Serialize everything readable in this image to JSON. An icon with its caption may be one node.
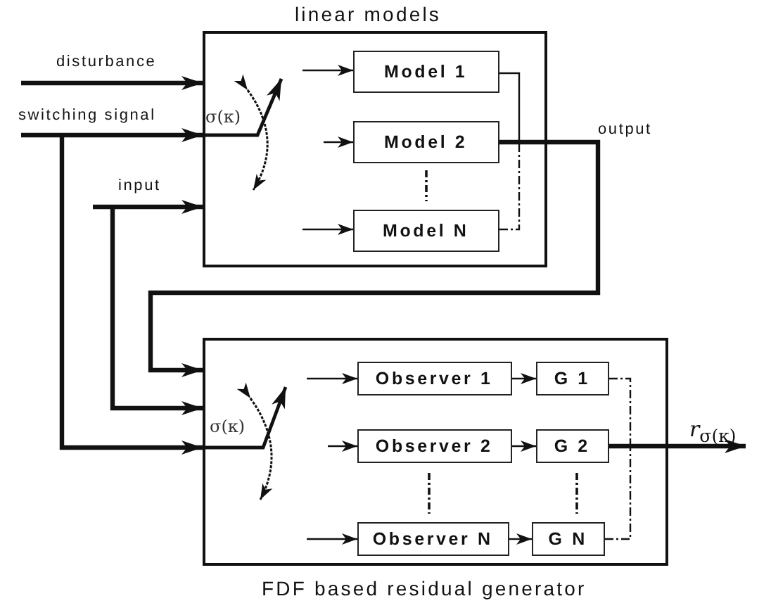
{
  "diagram": {
    "nodes": [
      {
        "text": [
          "linear models"
        ]
      },
      {
        "text": [
          "Model 1"
        ],
        "in": 0
      },
      {
        "text": [
          "Model 2"
        ],
        "in": 0
      },
      {
        "text": [
          "Model N"
        ],
        "in": 0
      },
      {
        "text": [
          "FDF based residual generator"
        ]
      },
      {
        "text": [
          "Observer 1"
        ],
        "in": 4
      },
      {
        "text": [
          "G 1"
        ],
        "in": 4
      },
      {
        "text": [
          "Observer 2"
        ],
        "in": 4
      },
      {
        "text": [
          "G 2"
        ],
        "in": 4
      },
      {
        "text": [
          "Observer N"
        ],
        "in": 4
      },
      {
        "text": [
          "G N"
        ],
        "in": 4
      }
    ],
    "edges": [
      {
        "from": null,
        "to": 0,
        "arrow": "to",
        "label": "disturbance",
        "style": "thick"
      },
      {
        "from": null,
        "to": 0,
        "arrow": "to",
        "label": "switching signal",
        "style": "thick"
      },
      {
        "from": null,
        "to": 4,
        "arrow": "to",
        "style": "thick"
      },
      {
        "from": null,
        "to": 0,
        "arrow": "to",
        "label": "input",
        "style": "thick"
      },
      {
        "from": null,
        "to": 4,
        "arrow": "to",
        "style": "thick"
      },
      {
        "from": 2,
        "to": 4,
        "arrow": "to",
        "label": "output",
        "style": "thick"
      },
      {
        "from": null,
        "to": 1,
        "arrow": "to"
      },
      {
        "from": null,
        "to": 2,
        "arrow": "to"
      },
      {
        "from": null,
        "to": 3,
        "arrow": "to"
      },
      {
        "from": 1,
        "to": null,
        "arrow": "none"
      },
      {
        "from": 3,
        "to": null,
        "arrow": "none",
        "style": "dashed"
      },
      {
        "from": null,
        "to": 5,
        "arrow": "to"
      },
      {
        "from": null,
        "to": 7,
        "arrow": "to"
      },
      {
        "from": null,
        "to": 9,
        "arrow": "to"
      },
      {
        "from": 5,
        "to": 6,
        "arrow": "to"
      },
      {
        "from": 7,
        "to": 8,
        "arrow": "to"
      },
      {
        "from": 9,
        "to": 10,
        "arrow": "to"
      },
      {
        "from": 6,
        "to": null,
        "arrow": "none",
        "style": "dashed"
      },
      {
        "from": 10,
        "to": null,
        "arrow": "none",
        "style": "dashed"
      },
      {
        "from": 8,
        "to": null,
        "arrow": "to",
        "label": "*r*$_{σ(κ)}$",
        "style": "thick"
      }
    ],
    "labels": [
      "σ(κ)",
      "σ(κ)"
    ]
  }
}
